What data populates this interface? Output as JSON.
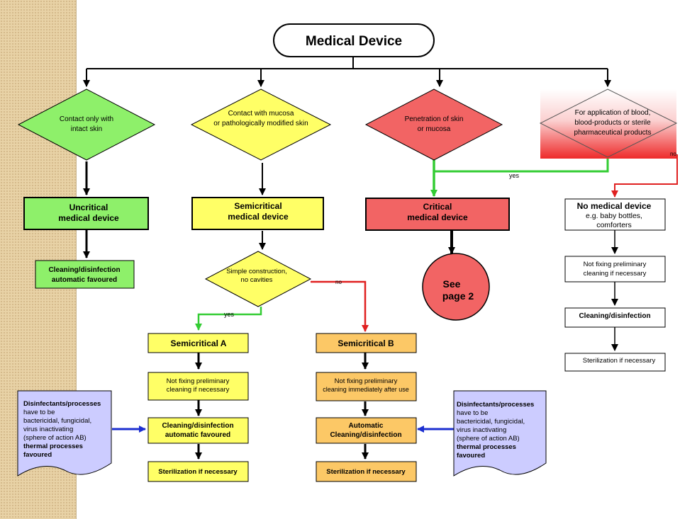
{
  "colors": {
    "green": "#8ef06a",
    "yellow": "#ffff66",
    "red": "#f26464",
    "orange": "#fcc866",
    "lilac": "#ccccff",
    "arrow_green": "#33cc33",
    "arrow_red": "#e02020",
    "arrow_blue": "#1c2fd0",
    "stripe": "#e8d2a6"
  },
  "title": "Medical Device",
  "branches": {
    "intact_skin": {
      "condition": [
        "Contact only with",
        "intact skin"
      ],
      "category": [
        "Uncritical",
        "medical device"
      ],
      "step": [
        "Cleaning/disinfection",
        "automatic favoured"
      ]
    },
    "mucosa": {
      "condition": [
        "Contact with mucosa",
        "or pathologically modified skin"
      ],
      "category": [
        "Semicritical",
        "medical device"
      ],
      "question": [
        "Simple construction,",
        "no cavities"
      ],
      "yes_label": "yes",
      "no_label": "no",
      "semicritical_a": {
        "title": "Semicritical A",
        "steps": [
          [
            "Not fixing preliminary",
            "cleaning if necessary"
          ],
          [
            "Cleaning/disinfection",
            "automatic favoured"
          ],
          [
            "Sterilization if necessary"
          ]
        ]
      },
      "semicritical_b": {
        "title": "Semicritical B",
        "steps": [
          [
            "Not fixing preliminary",
            "cleaning immediately after use"
          ],
          [
            "Automatic",
            "Cleaning/disinfection"
          ],
          [
            "Sterilization if necessary"
          ]
        ]
      }
    },
    "penetration": {
      "condition": [
        "Penetration of skin",
        "or mucosa"
      ],
      "category": [
        "Critical",
        "medical device"
      ],
      "see": [
        "See",
        "page 2"
      ]
    },
    "blood": {
      "condition": [
        "For application of blood,",
        "blood-products or sterile",
        "pharmaceutical products"
      ],
      "yes_label": "yes",
      "no_label": "no",
      "no_device": [
        "No medical device",
        "e.g. baby bottles,",
        "comforters"
      ],
      "steps": [
        [
          "Not fixing preliminary",
          "cleaning if necessary"
        ],
        [
          "Cleaning/disinfection"
        ],
        [
          "Sterilization if necessary"
        ]
      ]
    }
  },
  "notes": {
    "left": [
      "Disinfectants/processes",
      "have to be",
      "bactericidal, fungicidal,",
      "virus inactivating",
      "(sphere of action AB)",
      "thermal processes",
      "favoured"
    ],
    "right": [
      "Disinfectants/processes",
      "have to be",
      "bactericidal, fungicidal,",
      "virus inactivating",
      "(sphere of action AB)",
      "thermal processes",
      "favoured"
    ]
  }
}
